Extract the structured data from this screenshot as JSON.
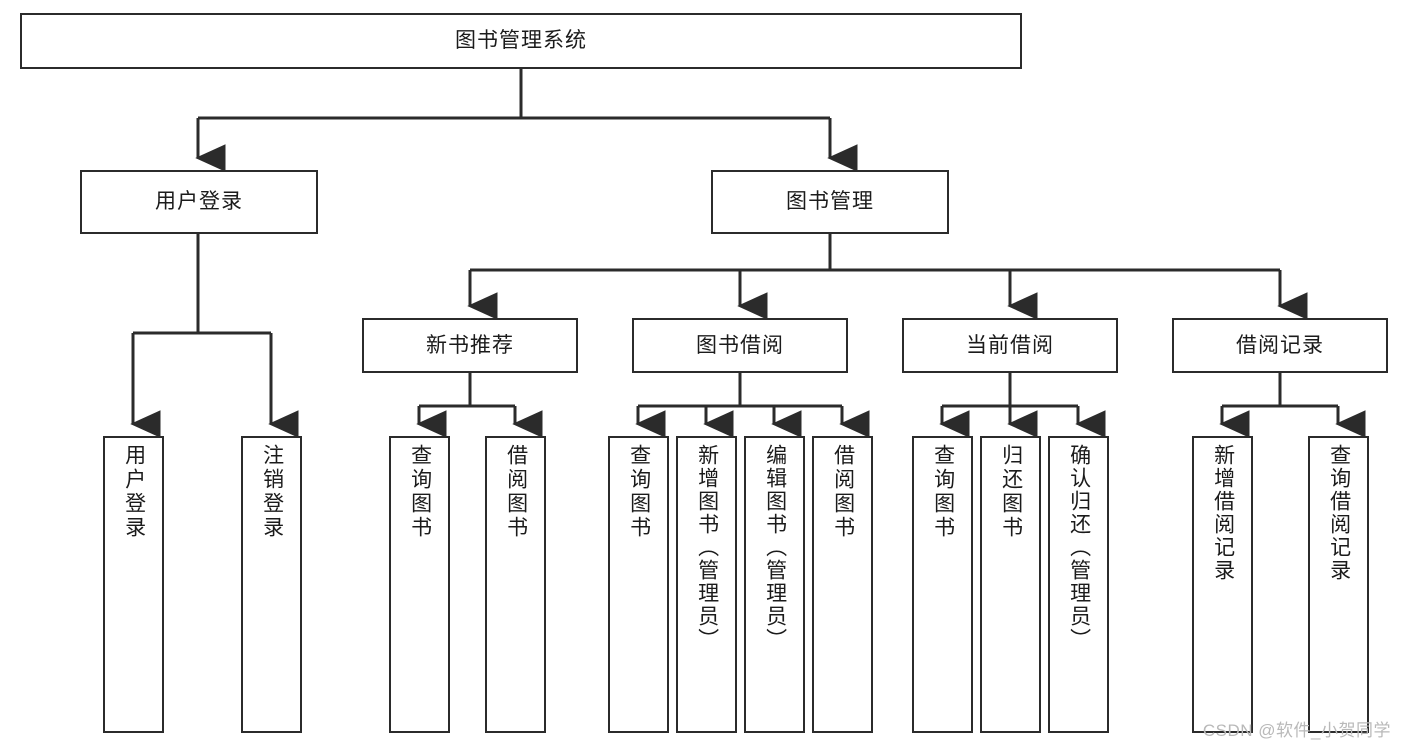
{
  "diagram": {
    "title": "图书管理系统",
    "type": "hierarchy-tree",
    "watermark": "CSDN @软件_小贺同学",
    "colors": {
      "stroke": "#2b2b2b",
      "fill": "#ffffff",
      "text": "#1b1b1b",
      "watermark": "#b9b9b9"
    },
    "levels": {
      "root": "图书管理系统",
      "level2": [
        "用户登录",
        "图书管理"
      ],
      "level3": [
        "新书推荐",
        "图书借阅",
        "当前借阅",
        "借阅记录"
      ]
    },
    "nodes": {
      "root": {
        "label": "图书管理系统"
      },
      "user_login": {
        "label": "用户登录"
      },
      "book_manage": {
        "label": "图书管理"
      },
      "new_book_rec": {
        "label": "新书推荐"
      },
      "book_borrow": {
        "label": "图书借阅"
      },
      "current_borrow": {
        "label": "当前借阅"
      },
      "borrow_record": {
        "label": "借阅记录"
      },
      "leaf_1": {
        "label": "用户登录"
      },
      "leaf_2": {
        "label": "注销登录"
      },
      "leaf_3": {
        "label": "查询图书"
      },
      "leaf_4": {
        "label": "借阅图书"
      },
      "leaf_5": {
        "label": "查询图书"
      },
      "leaf_6": {
        "label": "新增图书（管理员）"
      },
      "leaf_7": {
        "label": "编辑图书（管理员）"
      },
      "leaf_8": {
        "label": "借阅图书"
      },
      "leaf_9": {
        "label": "查询图书"
      },
      "leaf_10": {
        "label": "归还图书"
      },
      "leaf_11": {
        "label": "确认归还（管理员）"
      },
      "leaf_12": {
        "label": "新增借阅记录"
      },
      "leaf_13": {
        "label": "查询借阅记录"
      }
    },
    "edges": [
      {
        "from": "root",
        "to": "user_login"
      },
      {
        "from": "root",
        "to": "book_manage"
      },
      {
        "from": "user_login",
        "to": "leaf_1"
      },
      {
        "from": "user_login",
        "to": "leaf_2"
      },
      {
        "from": "book_manage",
        "to": "new_book_rec"
      },
      {
        "from": "book_manage",
        "to": "book_borrow"
      },
      {
        "from": "book_manage",
        "to": "current_borrow"
      },
      {
        "from": "book_manage",
        "to": "borrow_record"
      },
      {
        "from": "new_book_rec",
        "to": "leaf_3"
      },
      {
        "from": "new_book_rec",
        "to": "leaf_4"
      },
      {
        "from": "book_borrow",
        "to": "leaf_5"
      },
      {
        "from": "book_borrow",
        "to": "leaf_6"
      },
      {
        "from": "book_borrow",
        "to": "leaf_7"
      },
      {
        "from": "book_borrow",
        "to": "leaf_8"
      },
      {
        "from": "current_borrow",
        "to": "leaf_9"
      },
      {
        "from": "current_borrow",
        "to": "leaf_10"
      },
      {
        "from": "current_borrow",
        "to": "leaf_11"
      },
      {
        "from": "borrow_record",
        "to": "leaf_12"
      },
      {
        "from": "borrow_record",
        "to": "leaf_13"
      }
    ]
  }
}
